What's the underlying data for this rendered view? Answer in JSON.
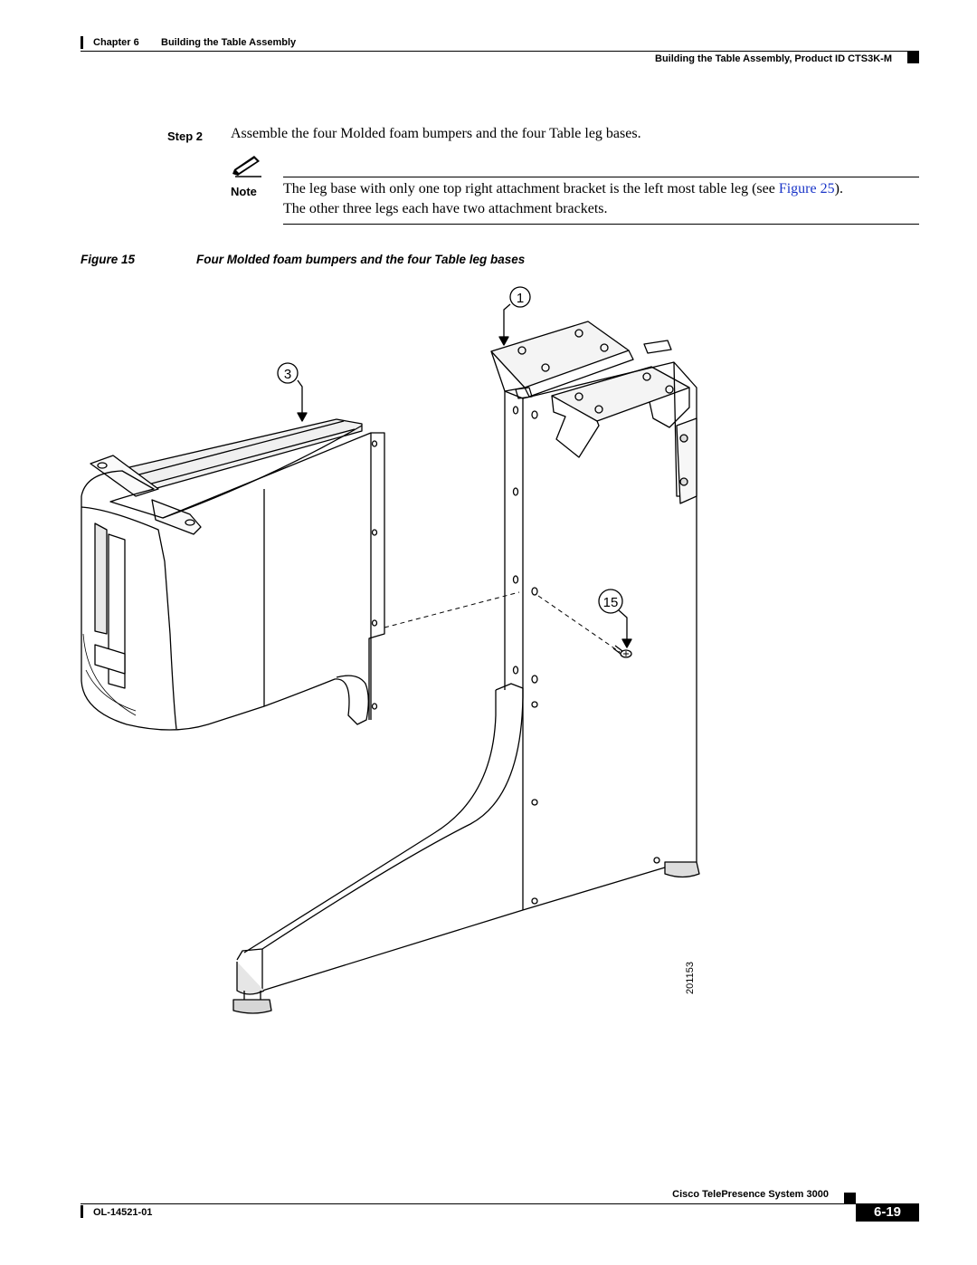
{
  "header": {
    "chapter_label": "Chapter 6",
    "chapter_title": "Building the Table Assembly",
    "section_title": "Building the Table Assembly, Product ID CTS3K-M"
  },
  "step": {
    "label": "Step 2",
    "text": "Assemble the four Molded foam bumpers and the four Table leg bases."
  },
  "note": {
    "label": "Note",
    "text_before": "The leg base with only one top right attachment bracket is the left most table leg (see ",
    "link_text": "Figure 25",
    "text_after": ").",
    "line2": "The other three legs each have two attachment brackets."
  },
  "figure": {
    "label": "Figure 15",
    "title": "Four Molded foam bumpers and the four Table leg bases",
    "callouts": [
      "1",
      "3",
      "15"
    ],
    "art_id": "201153"
  },
  "footer": {
    "product": "Cisco TelePresence System 3000",
    "doc_number": "OL-14521-01",
    "page_number": "6-19"
  },
  "colors": {
    "link": "#1a35c8",
    "rule": "#000000"
  }
}
